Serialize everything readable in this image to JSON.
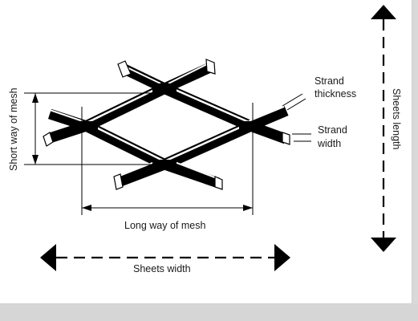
{
  "labels": {
    "strand_thickness": [
      "Strand",
      "thickness"
    ],
    "strand_width": [
      "Strand",
      "width"
    ],
    "sheets_length": "Sheets length",
    "short_way": "Short way of mesh",
    "long_way": "Long way of mesh",
    "sheets_width": "Sheets width"
  },
  "colors": {
    "ink": "#000000",
    "background": "#ffffff",
    "bottom_strip": "#d6d6d6"
  }
}
